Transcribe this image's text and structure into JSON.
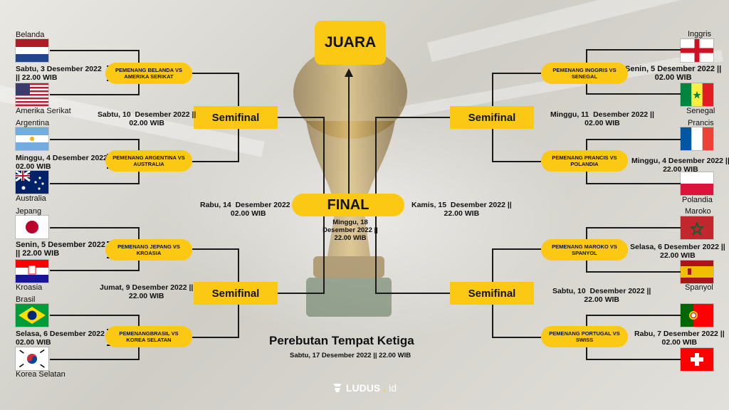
{
  "final": {
    "label": "FINAL",
    "date": "Minggu, 18  Desember 2022 || 22.00 WIB"
  },
  "juara": {
    "label": "JUARA"
  },
  "third_place": {
    "title": "Perebutan Tempat Ketiga",
    "date": "Sabtu, 17 Desember 2022 || 22.00 WIB"
  },
  "brand": {
    "text": "LUDUS",
    "suffix": "id",
    "separator": "."
  },
  "colors": {
    "accent": "#fbc813",
    "line": "#1a1a1a"
  },
  "semifinal_label": "Semifinal",
  "semifinal_dates": {
    "left_top": "Sabtu, 10  Desember 2022 ||\n02.00 WIB",
    "left_bottom": "Jumat, 9 Desember 2022 ||\n22.00 WIB",
    "right_top": "Minggu, 11  Desember 2022 ||\n02.00 WIB",
    "right_bottom": "Sabtu, 10  Desember 2022 ||\n22.00 WIB"
  },
  "final_semi_dates": {
    "left": "Rabu, 14  Desember 2022 ||\n02.00 WIB",
    "right": "Kamis, 15  Desember 2022 ||\n22.00 WIB"
  },
  "left_matches": [
    {
      "team1": "Belanda",
      "flag1": "netherlands-flag",
      "team2": "Amerika Serikat",
      "flag2": "usa-flag",
      "date": "Sabtu, 3 Desember 2022\n|| 22.00 WIB",
      "winner": "PEMENANG BELANDA VS\nAMERIKA SERIKAT"
    },
    {
      "team1": "Argentina",
      "flag1": "argentina-flag",
      "team2": "Australia",
      "flag2": "australia-flag",
      "date": "Minggu, 4 Desember 2022 ||\n02.00 WIB",
      "winner": "PEMENANG ARGENTINA VS\nAUSTRALIA"
    },
    {
      "team1": "Jepang",
      "flag1": "japan-flag",
      "team2": "Kroasia",
      "flag2": "croatia-flag",
      "date": "Senin, 5 Desember 2022\n|| 22.00 WIB",
      "winner": "PEMENANG JEPANG VS\nKROASIA"
    },
    {
      "team1": "Brasil",
      "flag1": "brazil-flag",
      "team2": "Korea Selatan",
      "flag2": "south-korea-flag",
      "date": "Selasa, 6 Desember 2022 ||\n02.00 WIB",
      "winner": "PEMENANGBRASIL VS\nKOREA SELATAN"
    }
  ],
  "right_matches": [
    {
      "team1": "Inggris",
      "flag1": "england-flag",
      "team2": "Senegal",
      "flag2": "senegal-flag",
      "date": "Senin, 5 Desember 2022 ||\n02.00 WIB",
      "winner": "PEMENANG INGGRIS VS\nSENEGAL"
    },
    {
      "team1": "Prancis",
      "flag1": "france-flag",
      "team2": "Polandia",
      "flag2": "poland-flag",
      "date": "Minggu, 4 Desember 2022 ||\n22.00 WIB",
      "winner": "PEMENANG PRANCIS VS\nPOLANDIA"
    },
    {
      "team1": "Maroko",
      "flag1": "morocco-flag",
      "team2": "Spanyol",
      "flag2": "spain-flag",
      "date": "Selasa, 6 Desember 2022 ||\n22.00 WIB",
      "winner": "PEMENANG MAROKO VS\nSPANYOL"
    },
    {
      "team1": "Portugal",
      "flag1": "portugal-flag",
      "team2": "Swiss",
      "flag2": "switzerland-flag",
      "date": "Rabu, 7 Desember 2022 ||\n02.00 WIB",
      "winner": "PEMENANG PORTUGAL VS\nSWISS"
    }
  ]
}
